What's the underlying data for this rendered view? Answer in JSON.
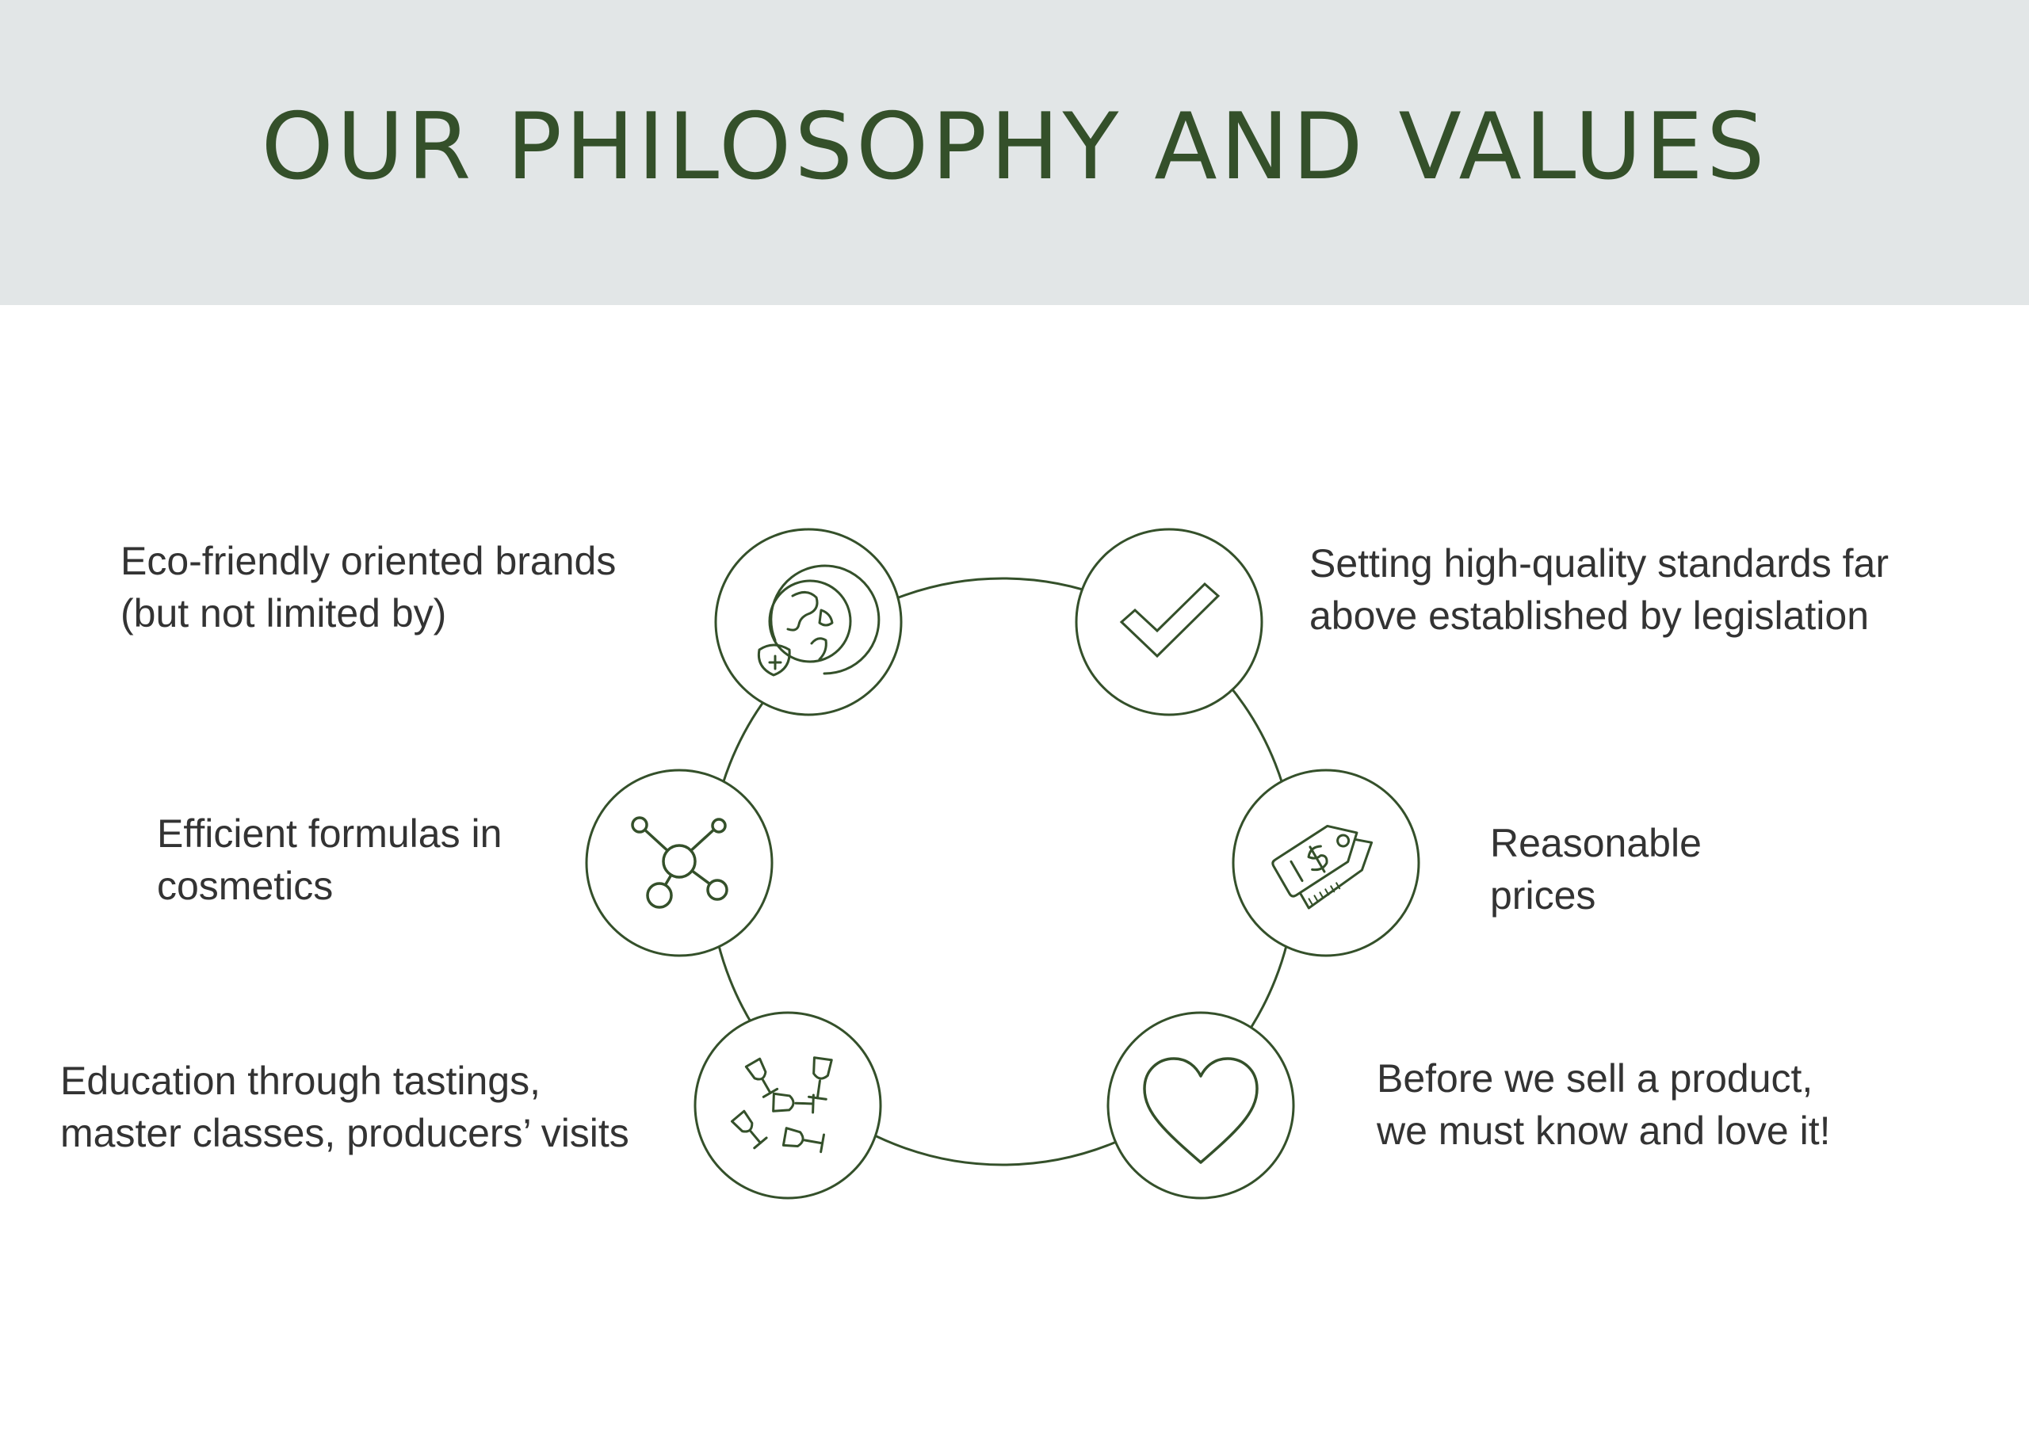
{
  "title": "OUR PHILOSOPHY AND VALUES",
  "colors": {
    "header_background": "#e2e6e7",
    "title": "#34502a",
    "icon_stroke": "#34502a",
    "label_text": "#333333"
  },
  "values": [
    {
      "icon": "globe-leaf-icon",
      "lines": [
        "Eco-friendly oriented brands",
        "(but not limited  by)"
      ]
    },
    {
      "icon": "checkmark-icon",
      "lines": [
        "Setting high-quality  standards far",
        "above established by legislation"
      ]
    },
    {
      "icon": "molecule-icon",
      "lines": [
        "Efficient formulas in",
        "cosmetics"
      ]
    },
    {
      "icon": "price-tag-icon",
      "lines": [
        "Reasonable",
        "prices"
      ]
    },
    {
      "icon": "wine-glasses-icon",
      "lines": [
        "Education through tastings,",
        "master classes, producers’ visits"
      ]
    },
    {
      "icon": "heart-icon",
      "lines": [
        "Before we sell a product,",
        "we must know and love it!"
      ]
    }
  ]
}
